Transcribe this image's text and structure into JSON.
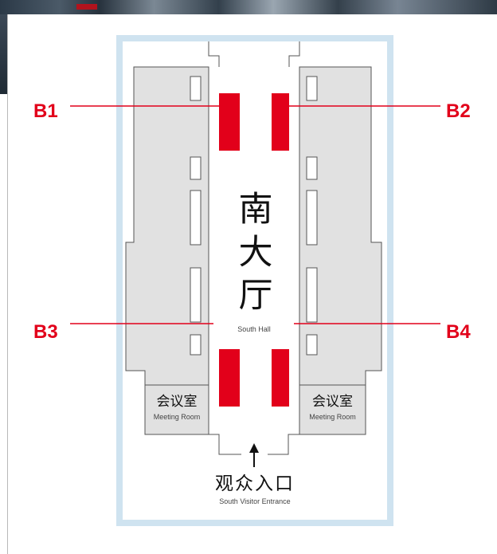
{
  "booths": {
    "b1": "B1",
    "b2": "B2",
    "b3": "B3",
    "b4": "B4"
  },
  "hall": {
    "name_cn_1": "南",
    "name_cn_2": "大",
    "name_cn_3": "厅",
    "name_en": "South Hall"
  },
  "meeting_room_left": {
    "name_cn": "会议室",
    "name_en": "Meeting Room"
  },
  "meeting_room_right": {
    "name_cn": "会议室",
    "name_en": "Meeting Room"
  },
  "entrance": {
    "name_cn": "观众入口",
    "name_en": "South Visitor Entrance",
    "arrow_icon": "arrow-up-icon"
  },
  "colors": {
    "booth": "#e2001a",
    "frame": "#cfe3f0",
    "rooms": "#e1e1e1"
  }
}
